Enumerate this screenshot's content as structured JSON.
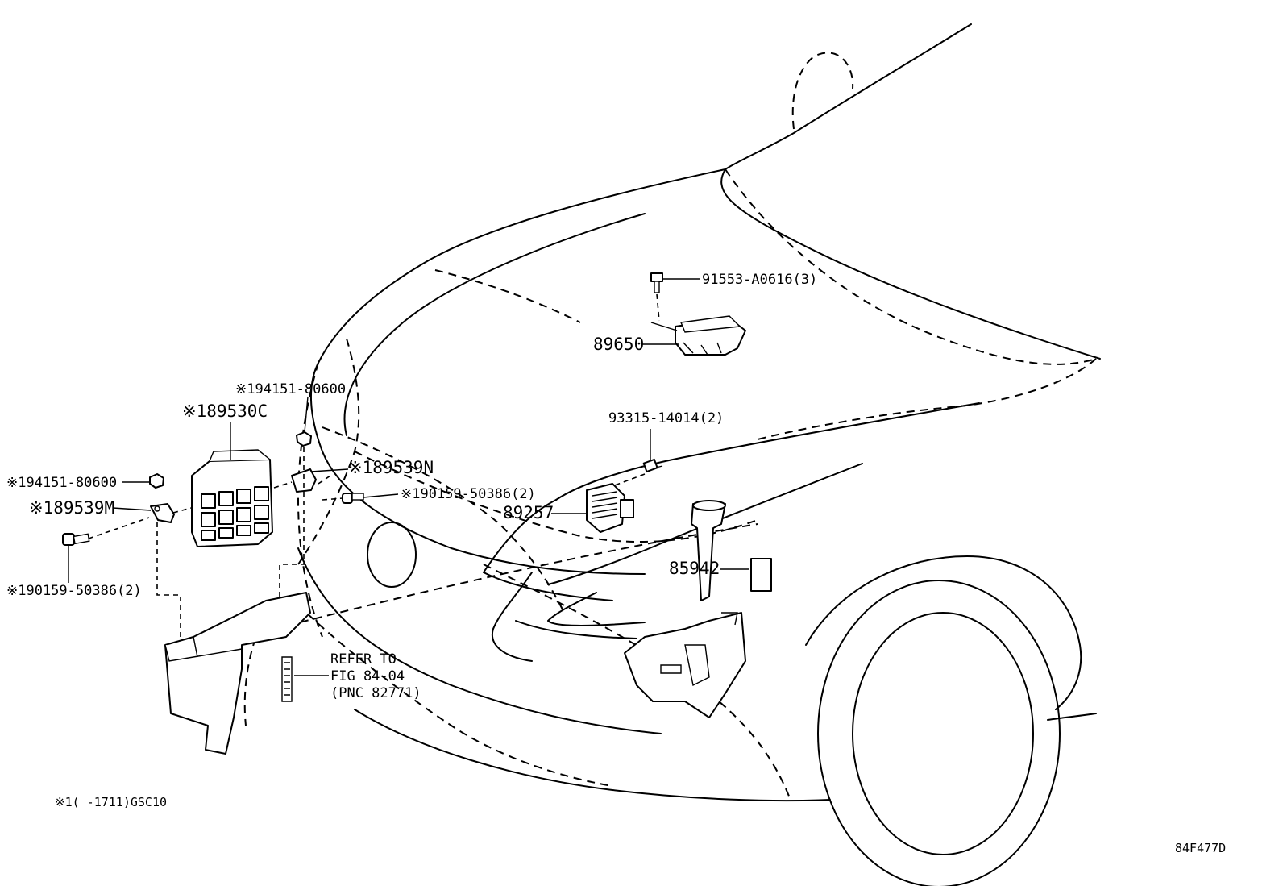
{
  "labels": {
    "p94151_80600_top": "※194151-80600",
    "p89530c": "※189530C",
    "p94151_80600_left": "※194151-80600",
    "p89539m": "※189539M",
    "p90159_50386_left": "※190159-50386(2)",
    "p89539n": "※189539N",
    "p90159_50386_mid": "※190159-50386(2)",
    "p91553_a0616": "91553-A0616(3)",
    "p89650": "89650",
    "p93315_14014": "93315-14014(2)",
    "p89257": "89257",
    "p85942": "85942",
    "refer_line1": "REFER TO",
    "refer_line2": "FIG 84-04",
    "refer_line3": "(PNC 82771)"
  },
  "footnote": "※1(    -1711)GSC10",
  "figure_id": "84F477D"
}
